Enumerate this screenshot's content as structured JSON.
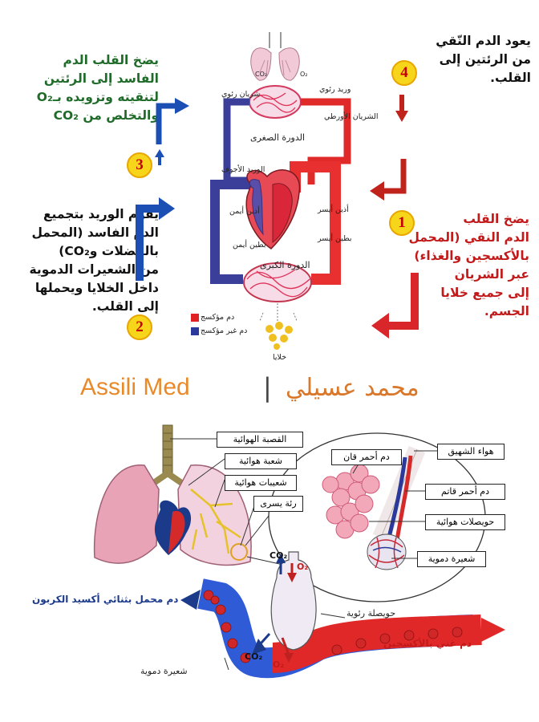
{
  "top": {
    "step1": {
      "num": "1",
      "text": "يضخ القلب\nالدم النقي (المحمل\nبالأكسجين والغذاء)\nعبر الشريان\nإلى جميع خلايا\nالجسم."
    },
    "step2": {
      "num": "2",
      "text": "يقوم الوريد بتجميع\nالدم الفاسد (المحمل\nبالفضلات وCO₂)\nمن الشعيرات الدموية\nداخل الخلايا ويحملها\nإلى القلب."
    },
    "step3": {
      "num": "3",
      "text": "يضخ القلب الدم\nالفاسد إلى الرئتين\nلتنقيته وتزويده بـO₂\nوالتخلص من CO₂"
    },
    "step4": {
      "num": "4",
      "text": "يعود الدم النّقي\nمن الرئتين إلى\nالقلب."
    },
    "diagram": {
      "pulmonary_vein": "وريد رئوي",
      "pulmonary_artery": "شريان رئوي",
      "aorta": "الشريان الأورطي",
      "vena_cava": "الوريد الأجوف",
      "pulmonary_circulation": "الدورة الصغرى",
      "systemic_circulation": "الدورة الكبرى",
      "right_atrium": "أذين أيمن",
      "left_atrium": "أذين أيسر",
      "right_ventricle": "بطين أيمن",
      "left_ventricle": "بطين أيسر",
      "cells": "خلايا",
      "co2": "CO₂",
      "o2": "O₂",
      "legend_oxygenated": "دم مؤكسج",
      "legend_deoxygenated": "دم غير مؤكسج"
    }
  },
  "brand": {
    "latin": "Assili Med",
    "separator": "|",
    "arabic": "محمد عسيلي"
  },
  "bottom": {
    "labels": {
      "trachea": "القصبة الهوائية",
      "bronchus": "شعبة هوائية",
      "bronchioles": "شعيبات هوائية",
      "left_lung": "رئة يسرى",
      "dark_red_blood": "دم أحمر قان",
      "inhaled_air": "هواء الشهيق",
      "dull_red_blood": "دم أحمر قاتم",
      "alveoli": "حويصلات هوائية",
      "capillary_top": "شعيرة دموية",
      "alveolus": "حويصلة رئوية",
      "capillary_bottom": "شعيرة دموية",
      "co2_blood": "دم محمل بثنائي أكسيد الكربون",
      "o2_blood": "دم غني بالأكسجين",
      "co2": "CO₂",
      "o2": "O₂"
    }
  },
  "colors": {
    "oxygenated": "#e02222",
    "deoxygenated": "#2b3a9a",
    "badge": "#f7d51a",
    "brand_latin": "#e88a2a",
    "brand_arabic": "#d9772a",
    "green_text": "#1f6b2a",
    "red_text": "#c21a1a"
  }
}
